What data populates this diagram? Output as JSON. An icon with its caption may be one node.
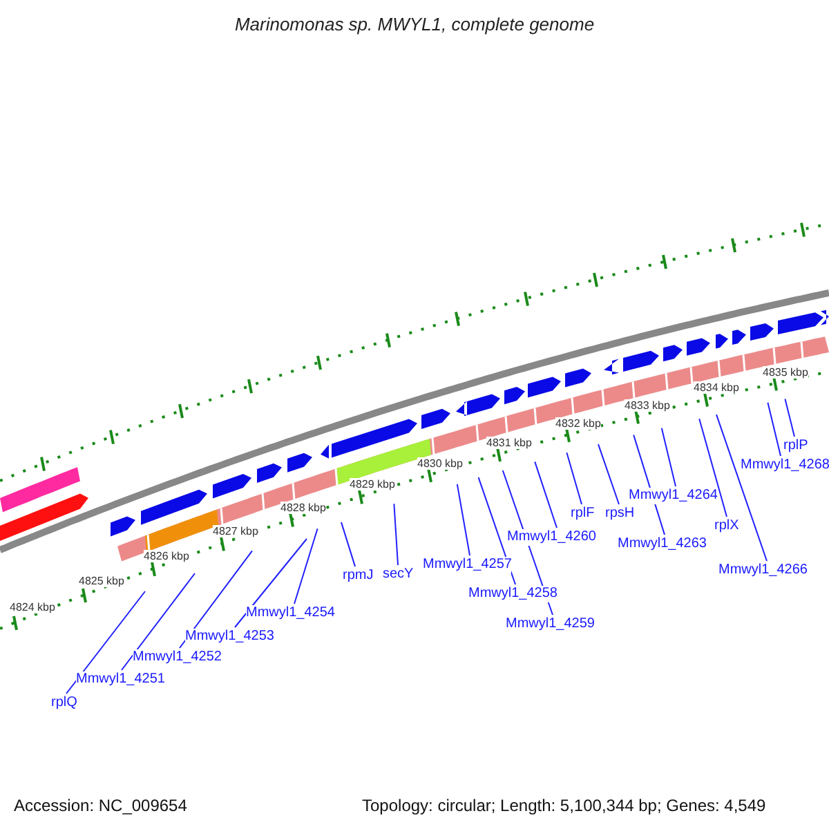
{
  "diagram": {
    "title": "Marinomonas sp. MWYL1, complete genome",
    "nodes": [
      {
        "text": [
          "rplQ"
        ]
      },
      {
        "text": [
          "Mmwyl1_4251"
        ]
      },
      {
        "text": [
          "Mmwyl1_4252"
        ]
      },
      {
        "text": [
          "Mmwyl1_4253"
        ]
      },
      {
        "text": [
          "Mmwyl1_4254"
        ]
      },
      {
        "text": [
          "rpmJ"
        ]
      },
      {
        "text": [
          "secY"
        ]
      },
      {
        "text": [
          "Mmwyl1_4257"
        ]
      },
      {
        "text": [
          "Mmwyl1_4258"
        ]
      },
      {
        "text": [
          "Mmwyl1_4259"
        ]
      },
      {
        "text": [
          "Mmwyl1_4260"
        ]
      },
      {
        "text": [
          "rplF"
        ]
      },
      {
        "text": [
          "rpsH"
        ]
      },
      {
        "text": [
          "Mmwyl1_4263"
        ]
      },
      {
        "text": [
          "Mmwyl1_4264"
        ]
      },
      {
        "text": [
          "rplX"
        ]
      },
      {
        "text": [
          "Mmwyl1_4266"
        ]
      },
      {
        "text": [
          "Mmwyl1_4268"
        ]
      },
      {
        "text": [
          "rplP"
        ]
      }
    ],
    "edges": [
      {
        "from": 0,
        "to": null,
        "arrow": "none"
      },
      {
        "from": 1,
        "to": null,
        "arrow": "none"
      },
      {
        "from": 2,
        "to": null,
        "arrow": "none"
      },
      {
        "from": 3,
        "to": null,
        "arrow": "none"
      },
      {
        "from": 4,
        "to": null,
        "arrow": "none"
      },
      {
        "from": 5,
        "to": null,
        "arrow": "none"
      },
      {
        "from": 6,
        "to": null,
        "arrow": "none"
      },
      {
        "from": 7,
        "to": null,
        "arrow": "none"
      },
      {
        "from": 8,
        "to": null,
        "arrow": "none"
      },
      {
        "from": 9,
        "to": null,
        "arrow": "none"
      },
      {
        "from": 10,
        "to": null,
        "arrow": "none"
      },
      {
        "from": 11,
        "to": null,
        "arrow": "none"
      },
      {
        "from": 12,
        "to": null,
        "arrow": "none"
      },
      {
        "from": 13,
        "to": null,
        "arrow": "none"
      },
      {
        "from": 14,
        "to": null,
        "arrow": "none"
      },
      {
        "from": 15,
        "to": null,
        "arrow": "none"
      },
      {
        "from": 16,
        "to": null,
        "arrow": "none"
      },
      {
        "from": 17,
        "to": null,
        "arrow": "none"
      },
      {
        "from": 18,
        "to": null,
        "arrow": "none"
      }
    ],
    "labels": [
      "4824 kbp",
      "4825 kbp",
      "4826 kbp",
      "4827 kbp",
      "4828 kbp",
      "4829 kbp",
      "4830 kbp",
      "4831 kbp",
      "4832 kbp",
      "4833 kbp",
      "4834 kbp",
      "4835 kbp",
      "Accession: NC_009654",
      "Topology: circular; Length: 5,100,344 bp; Genes: 4,549"
    ]
  }
}
